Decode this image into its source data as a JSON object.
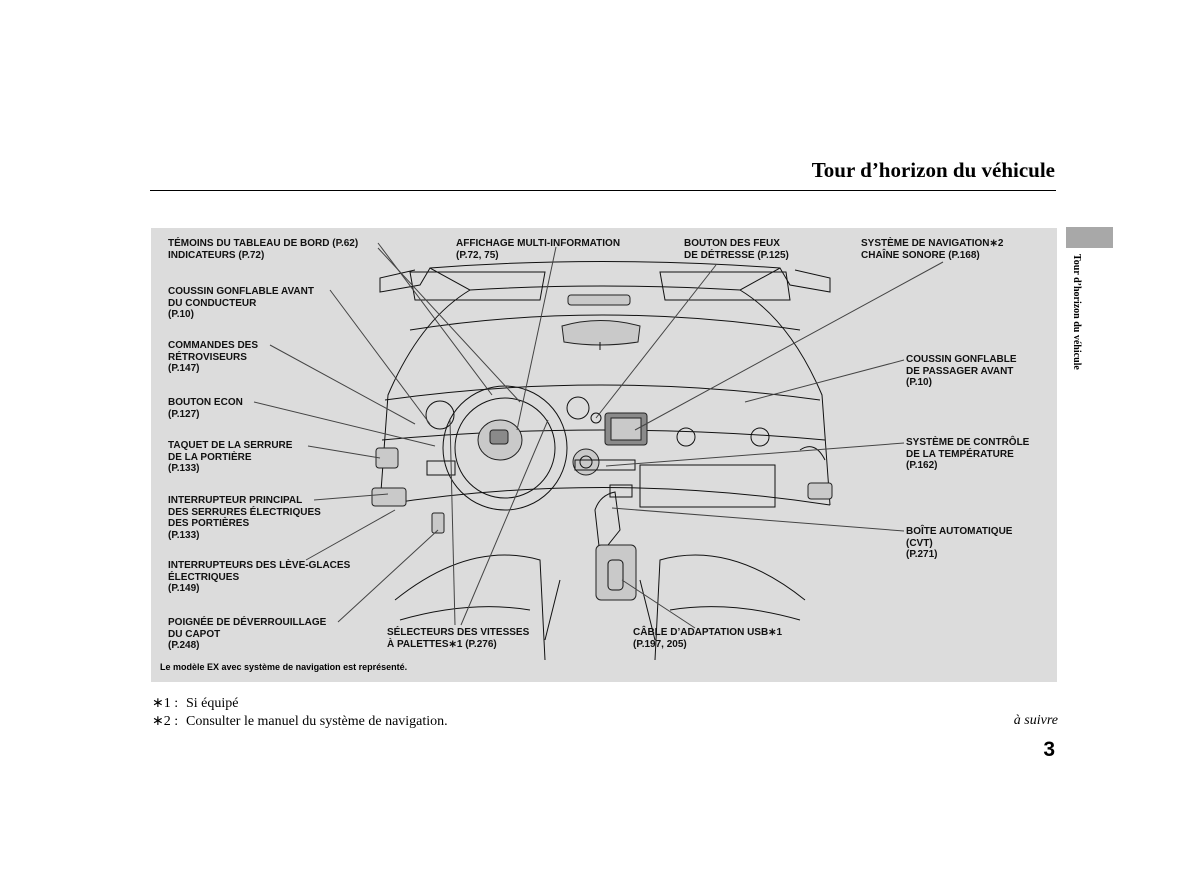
{
  "header": {
    "title": "Tour d’horizon du véhicule",
    "side_label": "Tour d’horizon du véhicule"
  },
  "figure": {
    "callouts": {
      "temoins": [
        "TÉMOINS DU TABLEAU DE BORD (P.62)",
        "INDICATEURS (P.72)"
      ],
      "coussin_conducteur": [
        "COUSSIN GONFLABLE AVANT",
        "DU CONDUCTEUR",
        "(P.10)"
      ],
      "commandes_retro": [
        "COMMANDES DES",
        "RÉTROVISEURS",
        "(P.147)"
      ],
      "bouton_econ": [
        "BOUTON ECON",
        "(P.127)"
      ],
      "taquet": [
        "TAQUET DE LA SERRURE",
        "DE LA PORTIÈRE",
        "(P.133)"
      ],
      "interrupteur_principal": [
        "INTERRUPTEUR PRINCIPAL",
        "DES SERRURES ÉLECTRIQUES",
        "DES PORTIÈRES",
        "(P.133)"
      ],
      "leve_glaces": [
        "INTERRUPTEURS DES LÈVE-GLACES",
        "ÉLECTRIQUES",
        "(P.149)"
      ],
      "poignee_capot": [
        "POIGNÉE DE DÉVERROUILLAGE",
        "DU CAPOT",
        "(P.248)"
      ],
      "affichage": [
        "AFFICHAGE MULTI-INFORMATION",
        "(P.72, 75)"
      ],
      "feux_detresse": [
        "BOUTON DES FEUX",
        "DE DÉTRESSE  (P.125)"
      ],
      "navigation": [
        "SYSTÈME DE NAVIGATION∗2",
        "CHAÎNE SONORE (P.168)"
      ],
      "coussin_passager": [
        "COUSSIN GONFLABLE",
        "DE PASSAGER AVANT",
        "(P.10)"
      ],
      "temperature": [
        "SYSTÈME DE CONTRÔLE",
        "DE LA TEMPÉRATURE",
        "(P.162)"
      ],
      "boite": [
        "BOÎTE AUTOMATIQUE",
        "(CVT)",
        "(P.271)"
      ],
      "selecteurs": [
        "SÉLECTEURS DES VITESSES",
        "À PALETTES∗1 (P.276)"
      ],
      "cable_usb": [
        "CÂBLE D’ADAPTATION USB∗1",
        "(P.197, 205)"
      ]
    },
    "caption": "Le modèle EX avec système de navigation est représenté."
  },
  "footnotes": [
    {
      "marker": "∗1 :",
      "text": "Si équipé"
    },
    {
      "marker": "∗2 :",
      "text": "Consulter le manuel du système de navigation."
    }
  ],
  "continue_label": "à suivre",
  "page_number": "3"
}
